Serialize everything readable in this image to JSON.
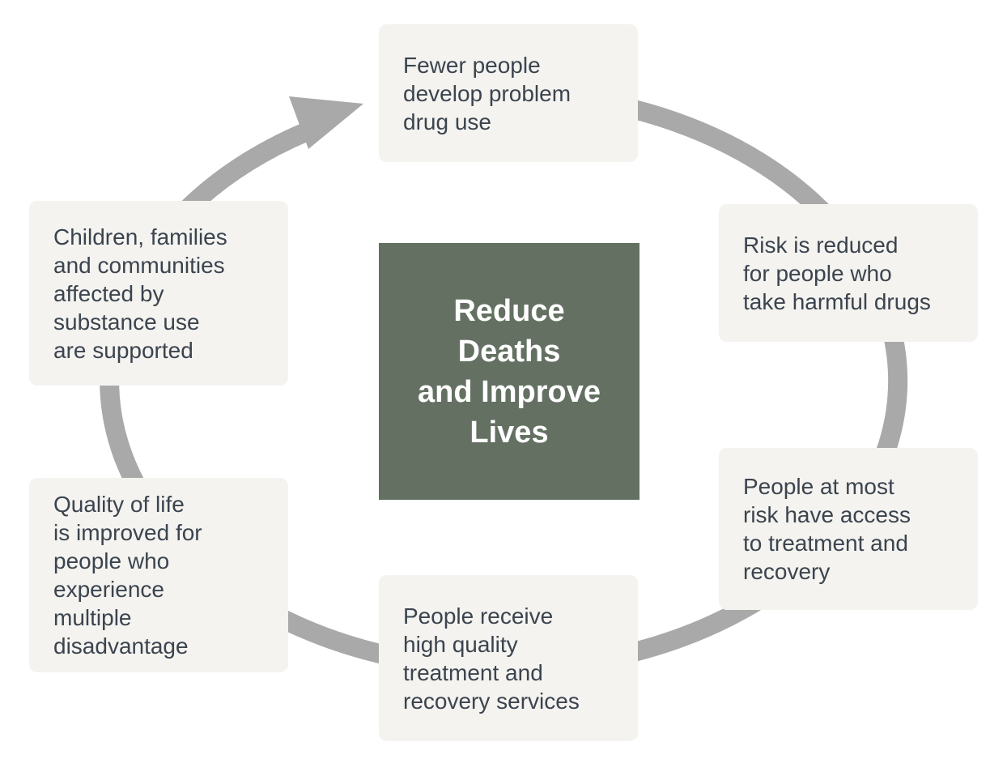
{
  "diagram": {
    "type": "cycle",
    "direction": "clockwise",
    "center": {
      "lines": [
        "Reduce",
        "Deaths",
        "and Improve",
        "Lives"
      ]
    },
    "nodes": [
      {
        "position": "top",
        "lines": [
          "Fewer people",
          "develop problem",
          "drug use"
        ]
      },
      {
        "position": "right-upper",
        "lines": [
          "Risk is reduced",
          "for people who",
          "take harmful drugs"
        ]
      },
      {
        "position": "right-lower",
        "lines": [
          "People at most",
          "risk have access",
          "to treatment and",
          "recovery"
        ]
      },
      {
        "position": "bottom",
        "lines": [
          "People receive",
          "high quality",
          "treatment and",
          "recovery services"
        ]
      },
      {
        "position": "left-lower",
        "lines": [
          "Quality of life",
          "is improved for",
          "people who",
          "experience",
          "multiple",
          "disadvantage"
        ]
      },
      {
        "position": "left-upper",
        "lines": [
          "Children, families",
          "and communities",
          "affected by",
          "substance use",
          "are supported"
        ]
      }
    ],
    "icons": {
      "arrowhead": "clockwise-arrowhead-icon"
    },
    "colors": {
      "page_background": "#ffffff",
      "node_background": "#f4f3f0",
      "node_text": "#3b444e",
      "center_background": "#637062",
      "center_text": "#ffffff",
      "arrow": "#a9a9a9"
    }
  }
}
